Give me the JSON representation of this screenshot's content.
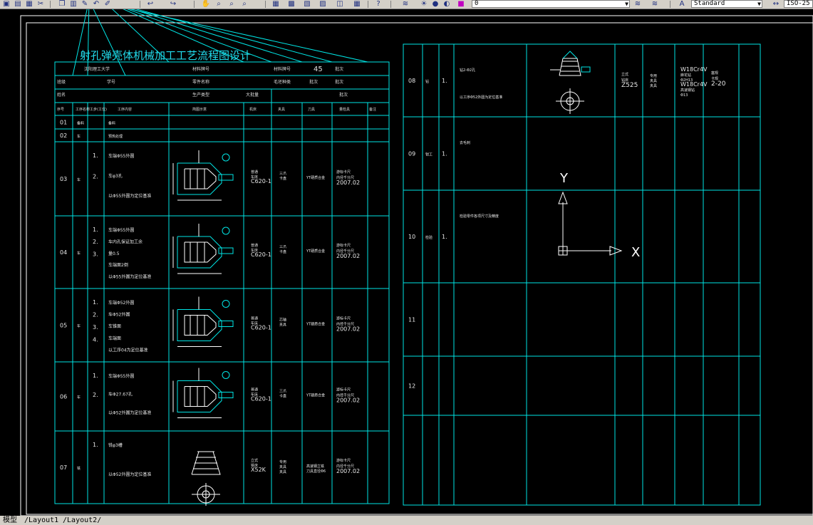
{
  "toolbar": {
    "layer_value": "0",
    "text_style": "Standard",
    "dim_style": "ISO-25",
    "icons": [
      "open-icon",
      "save-icon",
      "print-icon",
      "cut-icon",
      "copy-icon",
      "paste-icon",
      "match-icon",
      "undo-icon",
      "redo-icon",
      "pan-icon",
      "zoom-icon",
      "zoom-window-icon",
      "zoom-previous-icon",
      "properties-icon",
      "design-center-icon",
      "tool-palette-icon",
      "sheet-set-icon",
      "markup-icon",
      "calc-icon",
      "help-icon",
      "layer-icon",
      "layer-state-icon",
      "bulb-icon",
      "sun-icon",
      "lock-icon",
      "color-icon"
    ]
  },
  "drawing": {
    "title": "射孔弹壳体机械加工工艺流程图设计",
    "left_table": {
      "header": {
        "school": "沈阳理工大学",
        "material_label": "材料牌号",
        "material_value": "45",
        "row2_a": "班级",
        "row2_b": "学号",
        "row2_c": "零件名称",
        "row2_d": "毛坯种类",
        "row3_a": "姓名",
        "row3_b": "生产类型",
        "row3_c": "大批量",
        "row3_d": "批次"
      },
      "columns": [
        "序号",
        "工序名称",
        "工步(工位)",
        "工序内容",
        "简图示意",
        "机床",
        "夹具",
        "刀具",
        "量检具",
        "备注"
      ],
      "rows": [
        {
          "no": "01",
          "name": "备料",
          "steps": [],
          "content": [
            "备料"
          ],
          "machine": [],
          "fixture": [],
          "tool": [],
          "gauge": []
        },
        {
          "no": "02",
          "name": "车",
          "steps": [],
          "content": [
            "预热处理"
          ],
          "machine": [],
          "fixture": [],
          "tool": [],
          "gauge": []
        },
        {
          "no": "03",
          "name": "车",
          "steps": [
            "1.",
            "2."
          ],
          "content": [
            "车端Φ55外圆",
            "车φ3孔",
            "以Φ55外圆为定位基准"
          ],
          "machine": [
            "普通",
            "车床",
            "C620-1"
          ],
          "fixture": [
            "三爪",
            "卡盘"
          ],
          "tool": [
            "YT硬质合金"
          ],
          "gauge": [
            "游标卡尺",
            "内径千分尺",
            "2007.02"
          ]
        },
        {
          "no": "04",
          "name": "车",
          "steps": [
            "1.",
            "2.",
            "3."
          ],
          "content": [
            "车端Φ55外圆",
            "车内孔保证加工余",
            "量0.5",
            "车端面2倒",
            "以Φ55外圆为定位基准"
          ],
          "machine": [
            "普通",
            "车床",
            "C620-1"
          ],
          "fixture": [
            "三爪",
            "卡盘"
          ],
          "tool": [
            "YT硬质合金"
          ],
          "gauge": [
            "游标卡尺",
            "内径千分尺",
            "2007.02"
          ]
        },
        {
          "no": "05",
          "name": "车",
          "steps": [
            "1.",
            "2.",
            "3.",
            "4."
          ],
          "content": [
            "车端Φ52外圆",
            "车Φ52外圆",
            "车锥面",
            "车端面",
            "以工序04为定位基准"
          ],
          "machine": [
            "普通",
            "车床",
            "C620-1"
          ],
          "fixture": [
            "芯轴",
            "夹具"
          ],
          "tool": [
            "YT硬质合金"
          ],
          "gauge": [
            "游标卡尺",
            "内径千分尺",
            "2007.02"
          ]
        },
        {
          "no": "06",
          "name": "车",
          "steps": [
            "1.",
            "2."
          ],
          "content": [
            "车端Φ55外圆",
            "车Φ27.67孔",
            "以Φ52外圆为定位基准"
          ],
          "machine": [
            "普通",
            "车床",
            "C620-1"
          ],
          "fixture": [
            "三爪",
            "卡盘"
          ],
          "tool": [
            "YT硬质合金"
          ],
          "gauge": [
            "游标卡尺",
            "内径千分尺",
            "2007.02"
          ]
        },
        {
          "no": "07",
          "name": "铣",
          "steps": [
            "1."
          ],
          "content": [
            "铣φ3槽",
            "以Φ52外圆为定位基准"
          ],
          "machine": [
            "立式",
            "铣床",
            "X52K"
          ],
          "fixture": [
            "专用",
            "夹具",
            "夹具"
          ],
          "tool": [
            "高速钢立铣",
            "刀具直径Φ6"
          ],
          "gauge": [
            "游标卡尺",
            "内径千分尺",
            "2007.02"
          ]
        }
      ]
    },
    "right_table": {
      "rows": [
        {
          "no": "08",
          "name": "钻",
          "step": "1.",
          "content": [
            "钻2-Φ2孔",
            "以工序Φ52外圆为定位基准"
          ],
          "machine": [
            "立式",
            "钻床",
            "Z525"
          ],
          "fixture": [
            "专用",
            "夹具",
            "夹具"
          ],
          "tool": [
            "W18Cr4V",
            "麻花钻",
            "Φ2H13",
            "W18Cr4V",
            "高速钢钻",
            "Φ13"
          ],
          "gauge": [
            "塞规",
            "卡规",
            "2-20"
          ]
        },
        {
          "no": "09",
          "name": "钳工",
          "step": "1.",
          "content": [
            "去毛刺"
          ],
          "machine": [],
          "fixture": [],
          "tool": [],
          "gauge": []
        },
        {
          "no": "10",
          "name": "检验",
          "step": "1.",
          "content": [
            "检验零件各项尺寸及精度"
          ],
          "machine": [],
          "fixture": [],
          "tool": [],
          "gauge": []
        },
        {
          "no": "11",
          "name": "",
          "step": "",
          "content": [],
          "machine": [],
          "fixture": [],
          "tool": [],
          "gauge": []
        },
        {
          "no": "12",
          "name": "",
          "step": "",
          "content": [],
          "machine": [],
          "fixture": [],
          "tool": [],
          "gauge": []
        }
      ]
    },
    "ucs": {
      "y_label": "Y",
      "x_label": "X"
    }
  },
  "layout_tabs": [
    "模型",
    "Layout1",
    "Layout2"
  ]
}
